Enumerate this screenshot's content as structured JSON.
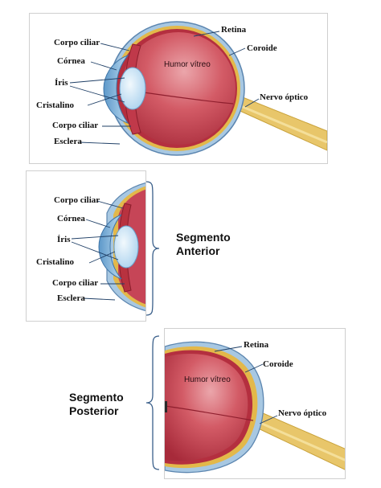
{
  "full_eye": {
    "labels": {
      "corpo_ciliar_top": "Corpo ciliar",
      "cornea": "Córnea",
      "iris": "Íris",
      "cristalino": "Cristalino",
      "corpo_ciliar_bottom": "Corpo ciliar",
      "esclera": "Esclera",
      "retina": "Retina",
      "coroide": "Coroide",
      "nervo_optico": "Nervo óptico",
      "humor_vitreo": "Humor vítreo"
    }
  },
  "anterior": {
    "labels": {
      "corpo_ciliar_top": "Corpo ciliar",
      "cornea": "Córnea",
      "iris": "Íris",
      "cristalino": "Cristalino",
      "corpo_ciliar_bottom": "Corpo ciliar",
      "esclera": "Esclera"
    },
    "segment_title_line1": "Segmento",
    "segment_title_line2": "Anterior"
  },
  "posterior": {
    "labels": {
      "retina": "Retina",
      "coroide": "Coroide",
      "nervo_optico": "Nervo óptico",
      "humor_vitreo": "Humor vítreo"
    },
    "segment_title_line1": "Segmento",
    "segment_title_line2": "Posterior"
  },
  "colors": {
    "vitreous": "#c8414e",
    "vitreous_highlight": "#e79aa0",
    "sclera": "#9fc0dd",
    "choroid": "#e0b53a",
    "retina_line": "#b0293a",
    "cornea": "#7fb4dd",
    "lens": "#cfe6f5",
    "nerve": "#efd27a",
    "label_line": "#1f3f66"
  }
}
